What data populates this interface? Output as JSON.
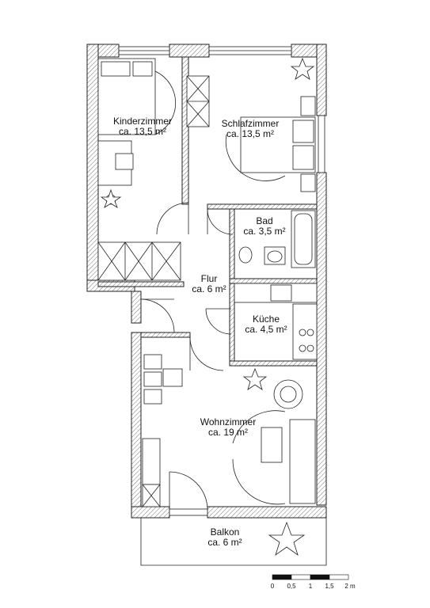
{
  "rooms": {
    "kinderzimmer": {
      "name": "Kinderzimmer",
      "area": "ca. 13,5 m²"
    },
    "schlafzimmer": {
      "name": "Schlafzimmer",
      "area": "ca. 13,5 m²"
    },
    "bad": {
      "name": "Bad",
      "area": "ca. 3,5 m²"
    },
    "flur": {
      "name": "Flur",
      "area": "ca. 6 m²"
    },
    "kueche": {
      "name": "Küche",
      "area": "ca. 4,5 m²"
    },
    "wohnzimmer": {
      "name": "Wohnzimmer",
      "area": "ca. 19 m²"
    },
    "balkon": {
      "name": "Balkon",
      "area": "ca. 6 m²"
    }
  },
  "scale_bar": {
    "labels": [
      "0",
      "0,5",
      "1",
      "1,5",
      "2 m"
    ]
  },
  "colors": {
    "line": "#222222",
    "background": "#ffffff"
  }
}
